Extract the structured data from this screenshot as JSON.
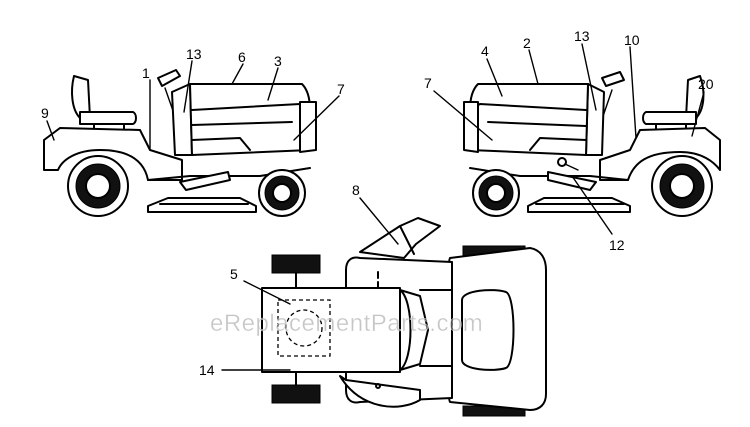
{
  "callouts": {
    "c1": "1",
    "c2": "2",
    "c3": "3",
    "c4": "4",
    "c5": "5",
    "c6": "6",
    "c7_left": "7",
    "c7_right": "7",
    "c8": "8",
    "c9": "9",
    "c10": "10",
    "c12": "12",
    "c13_left": "13",
    "c13_right": "13",
    "c14": "14",
    "c20": "20"
  },
  "watermark": "eReplacementParts.com",
  "colors": {
    "line": "#000000",
    "background": "#ffffff",
    "watermark": "#969696"
  }
}
